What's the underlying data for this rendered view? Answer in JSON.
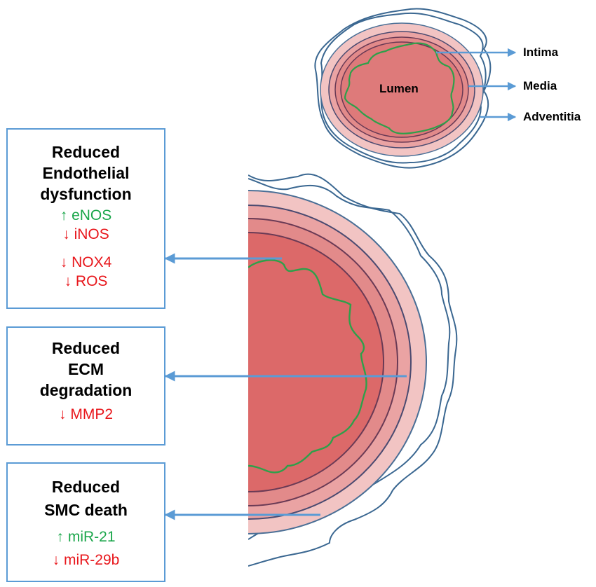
{
  "small_vessel": {
    "center_label": "Lumen",
    "layer_labels": [
      "Intima",
      "Media",
      "Adventitia"
    ]
  },
  "boxes": [
    {
      "title_lines": [
        "Reduced",
        "Endothelial",
        "dysfunction"
      ],
      "markers": [
        {
          "arrow": "↑",
          "text": "eNOS",
          "direction": "up"
        },
        {
          "arrow": "↓",
          "text": "iNOS",
          "direction": "down"
        },
        {
          "arrow": "↓",
          "text": "NOX4",
          "direction": "down"
        },
        {
          "arrow": "↓",
          "text": "ROS",
          "direction": "down"
        }
      ]
    },
    {
      "title_lines": [
        "Reduced",
        "ECM",
        "degradation"
      ],
      "markers": [
        {
          "arrow": "↓",
          "text": "MMP2",
          "direction": "down"
        }
      ]
    },
    {
      "title_lines": [
        "Reduced",
        "SMC death"
      ],
      "markers": [
        {
          "arrow": "↑",
          "text": "miR-21",
          "direction": "up"
        },
        {
          "arrow": "↓",
          "text": "miR-29b",
          "direction": "down"
        }
      ]
    }
  ],
  "colors": {
    "box_border": "#5b9bd5",
    "arrow": "#5b9bd5",
    "upregulated": "#1aa64a",
    "downregulated": "#e8161b",
    "adventitia_line": "#3a6791",
    "intima_line": "#2ea04a",
    "ring_outer": "#f2c4c3",
    "ring_2": "#eaa3a3",
    "ring_3": "#e28a8a",
    "lumen_fill": "#dc6969",
    "ring_stroke": "#6a3a55"
  }
}
